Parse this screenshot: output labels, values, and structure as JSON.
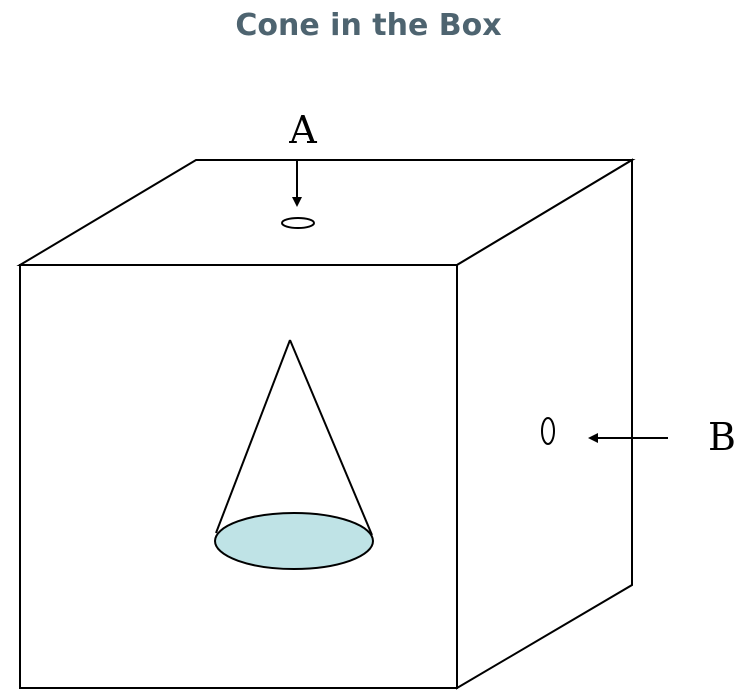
{
  "title": "Cone in the Box",
  "labels": {
    "a": "A",
    "b": "B"
  },
  "colors": {
    "title": "#4e6470",
    "line": "#000000",
    "cone_base_fill": "#bfe3e6"
  }
}
